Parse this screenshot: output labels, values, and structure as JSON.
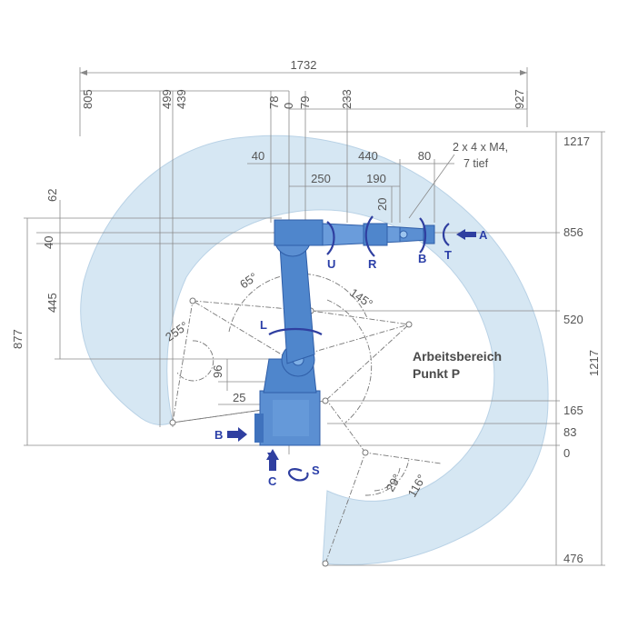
{
  "top_dims": {
    "overall": "1732",
    "d805": "805",
    "d499": "499",
    "d439": "439",
    "d78": "78",
    "d0": "0",
    "d79": "79",
    "d233": "233",
    "d927": "927"
  },
  "upper_dims": {
    "d40": "40",
    "d440": "440",
    "d80": "80",
    "d250": "250",
    "d190": "190",
    "d20": "20",
    "thread_line1": "2 x 4 x M4,",
    "thread_line2": "7 tief"
  },
  "left_dims": {
    "d62": "62",
    "d40": "40",
    "d445": "445",
    "d877": "877",
    "d96": "96",
    "d25": "25"
  },
  "right_dims": {
    "r1217_top": "1217",
    "r856": "856",
    "r520": "520",
    "r165": "165",
    "r83": "83",
    "r0": "0",
    "r476": "476",
    "r1217_side": "1217"
  },
  "angles": {
    "a65": "65°",
    "a145": "145°",
    "a255": "255°",
    "a29": "29°",
    "a116": "116°"
  },
  "axes": {
    "U": "U",
    "R": "R",
    "B_wrist": "B",
    "T": "T",
    "A": "A",
    "L": "L",
    "B_base": "B",
    "C": "C",
    "S": "S"
  },
  "workspace": {
    "line1": "Arbeitsbereich",
    "line2": "Punkt P"
  },
  "colors": {
    "workspace_fill": "#d6e7f3",
    "robot_body": "#4f86cc",
    "robot_dark": "#2f5ea8",
    "axis_label": "#2b3fa8"
  }
}
